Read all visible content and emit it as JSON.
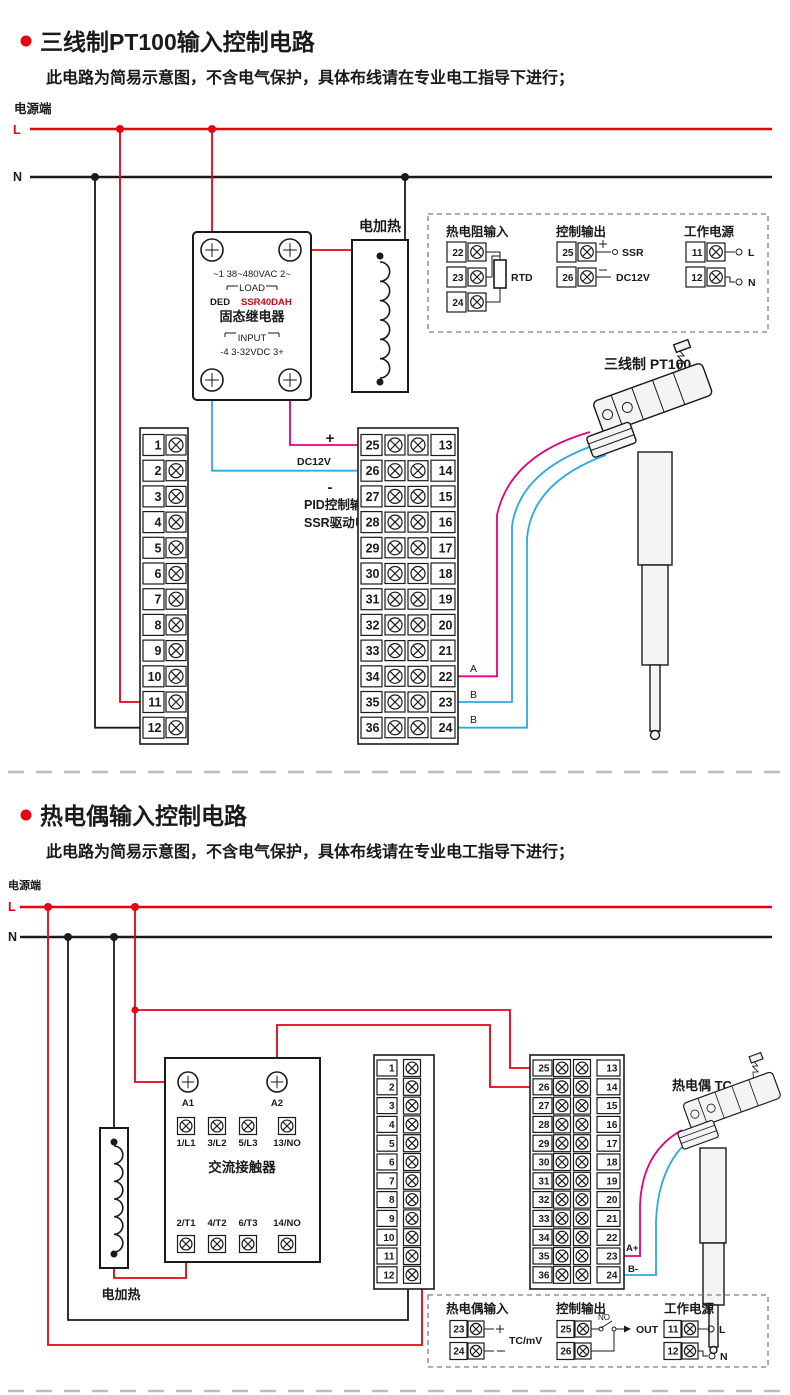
{
  "sections": {
    "s1": {
      "title": "三线制PT100输入控制电路",
      "subtitle": "此电路为简易示意图，不含电气保护，具体布线请在专业电工指导下进行；",
      "power_label": "电源端",
      "l": "L",
      "n": "N",
      "heater": "电加热",
      "sensor": "三线制 PT100",
      "ssr": {
        "top": "~1 38~480VAC 2~",
        "load": "LOAD",
        "brand": "DED",
        "model": "SSR40DAH",
        "name": "固态继电器",
        "input": "INPUT",
        "bottom": "-4 3-32VDC 3+"
      },
      "dc_plus": "+",
      "dc": "DC12V",
      "dc_minus": "-",
      "pid1": "PID控制输出",
      "pid2": "SSR驱动电压",
      "wa": "A",
      "wb1": "B",
      "wb2": "B",
      "panel": {
        "t_rtd": "热电阻输入",
        "rtd": "RTD",
        "t_out": "控制输出",
        "out_ssr": "SSR",
        "out_dc": "DC12V",
        "t_pwr": "工作电源",
        "pl": "L",
        "pn": "N"
      }
    },
    "s2": {
      "title": "热电偶输入控制电路",
      "subtitle": "此电路为简易示意图，不含电气保护，具体布线请在专业电工指导下进行；",
      "power_label": "电源端",
      "l": "L",
      "n": "N",
      "heater": "电加热",
      "sensor": "热电偶 TC",
      "contactor": {
        "a1": "A1",
        "a2": "A2",
        "name": "交流接触器",
        "r1": [
          "1/L1",
          "3/L2",
          "5/L3",
          "13/NO"
        ],
        "r2": [
          "2/T1",
          "4/T2",
          "6/T3",
          "14/NO"
        ]
      },
      "wa": "A+",
      "wb": "B-",
      "panel": {
        "t_tc": "热电偶输入",
        "tc": "TC/mV",
        "t_out": "控制输出",
        "no": "NO",
        "out": "OUT",
        "t_pwr": "工作电源",
        "pl": "L",
        "pn": "N"
      }
    }
  },
  "terminals": {
    "n1_12": [
      "1",
      "2",
      "3",
      "4",
      "5",
      "6",
      "7",
      "8",
      "9",
      "10",
      "11",
      "12"
    ],
    "n25_36": [
      "25",
      "26",
      "27",
      "28",
      "29",
      "30",
      "31",
      "32",
      "33",
      "34",
      "35",
      "36"
    ],
    "n13_24": [
      "13",
      "14",
      "15",
      "16",
      "17",
      "18",
      "19",
      "20",
      "21",
      "22",
      "23",
      "24"
    ],
    "rtd": [
      "22",
      "23",
      "24"
    ],
    "out": [
      "25",
      "26"
    ],
    "pwr": [
      "11",
      "12"
    ],
    "tc": [
      "23",
      "24"
    ]
  },
  "colors": {
    "line_red": "#e60012",
    "wire_magenta": "#e4007f",
    "wire_blue": "#29abe2",
    "black": "#1a1a1a"
  }
}
